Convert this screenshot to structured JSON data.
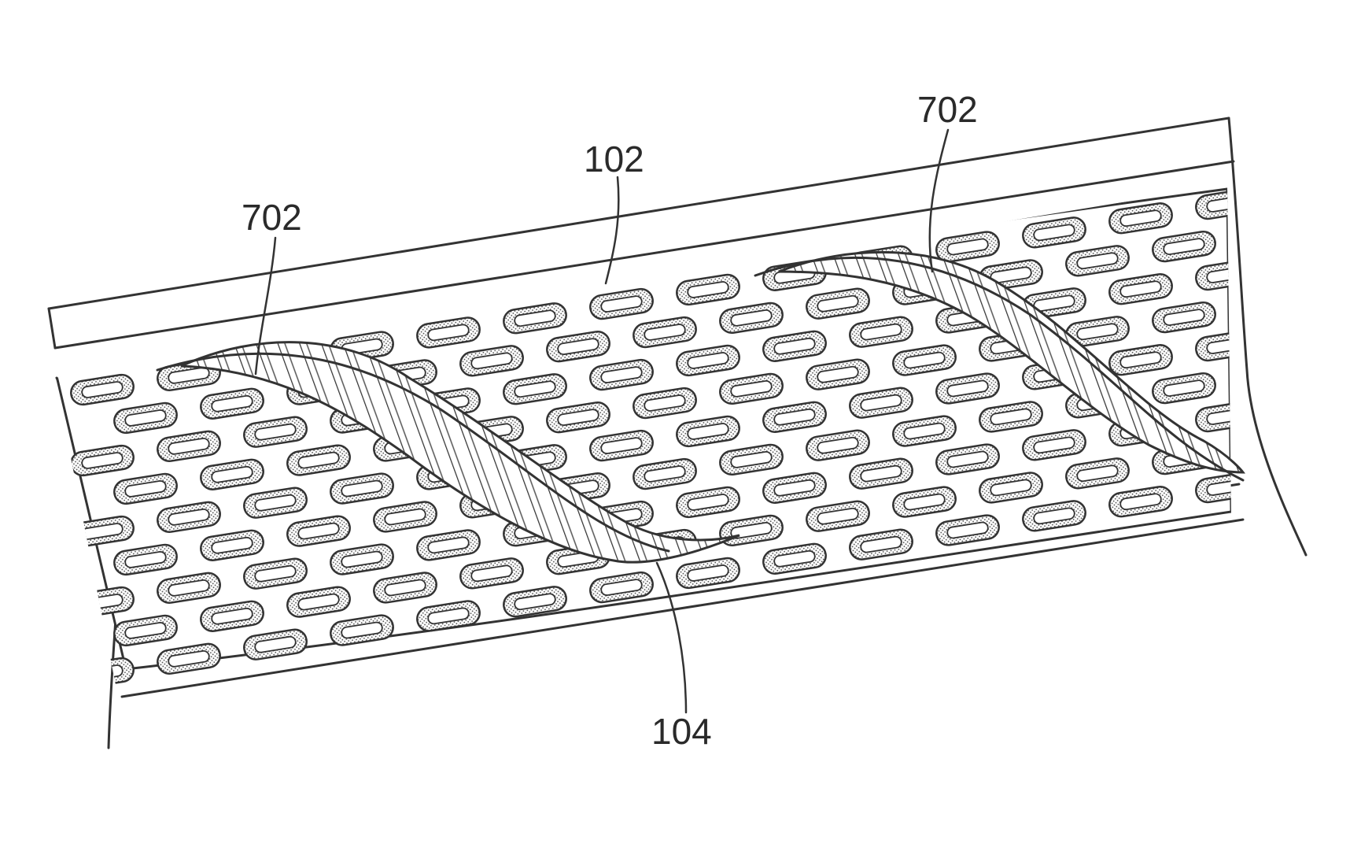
{
  "labels": {
    "coil_left": "702",
    "stent": "102",
    "coil_right": "702",
    "bottom": "104"
  },
  "colors": {
    "line": "#333333",
    "stipple": "#555555",
    "background": "#ffffff"
  }
}
